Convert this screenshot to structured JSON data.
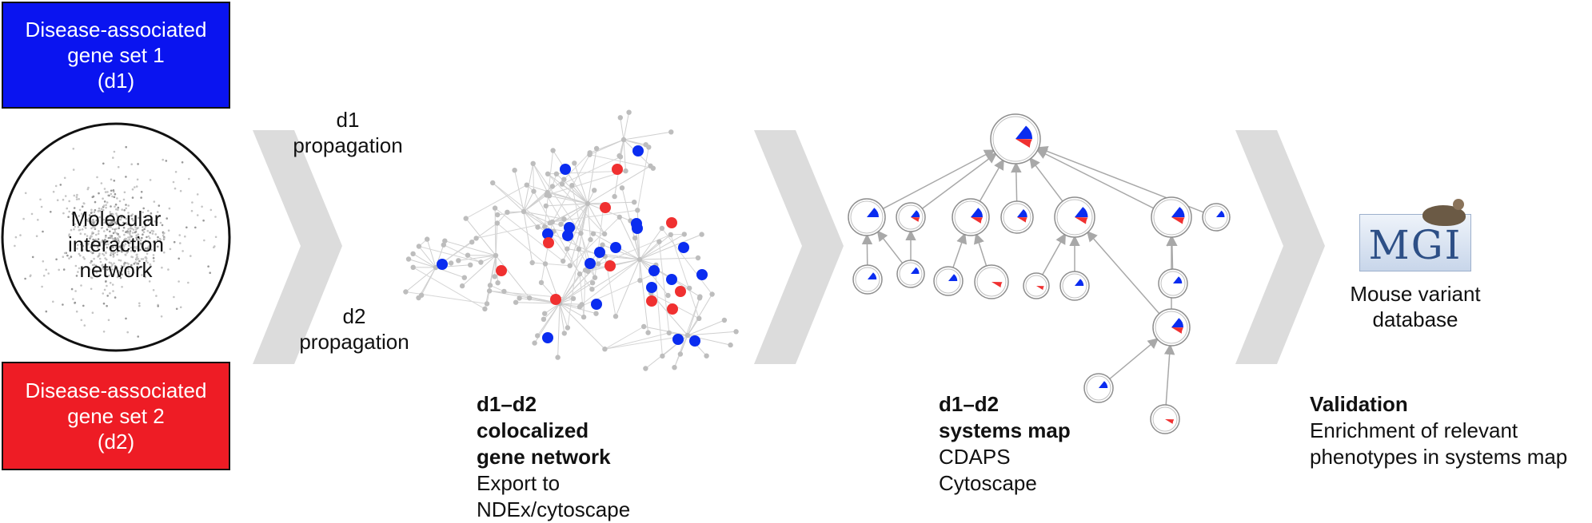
{
  "d1_box": {
    "line1": "Disease-associated",
    "line2": "gene set 1",
    "line3": "(d1)",
    "color": "#0a14f0"
  },
  "d2_box": {
    "line1": "Disease-associated",
    "line2": "gene set 2",
    "line3": "(d2)",
    "color": "#ee1c25"
  },
  "network_circle": {
    "line1": "Molecular",
    "line2": "interaction network"
  },
  "propagation": {
    "d1": {
      "line1": "d1",
      "line2": "propagation"
    },
    "d2": {
      "line1": "d2",
      "line2": "propagation"
    }
  },
  "gene_network": {
    "title1": "d1–d2",
    "title2": "colocalized",
    "title3": "gene network",
    "sub1": "Export to",
    "sub2": "NDEx/cytoscape"
  },
  "systems_map": {
    "title1": "d1–d2",
    "title2": "systems map",
    "sub1": "CDAPS",
    "sub2": "Cytoscape"
  },
  "validation": {
    "logo_text": "MGI",
    "db_line1": "Mouse variant",
    "db_line2": "database",
    "title": "Validation",
    "sub1": "Enrichment of relevant",
    "sub2": "phenotypes in systems map"
  },
  "colors": {
    "d1_node": "#0a2cf0",
    "d2_node": "#f03030",
    "gray_node": "#bdbdbd",
    "chevron": "#dcdcdc"
  }
}
